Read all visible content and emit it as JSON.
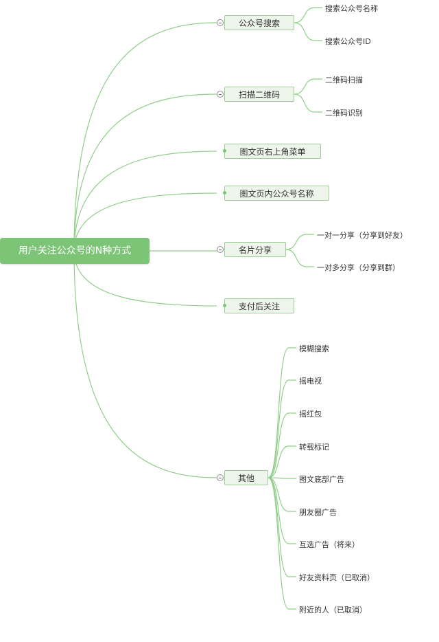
{
  "root": {
    "label": "用户关注公众号的N种方式"
  },
  "branches": [
    {
      "label": "公众号搜索",
      "children": [
        "搜索公众号名称",
        "搜索公众号ID"
      ]
    },
    {
      "label": "扫描二维码",
      "children": [
        "二维码扫描",
        "二维码识别"
      ]
    },
    {
      "label": "图文页右上角菜单",
      "children": []
    },
    {
      "label": "图文页内公众号名称",
      "children": []
    },
    {
      "label": "名片分享",
      "children": [
        "一对一分享（分享到好友）",
        "一对多分享（分享到群）"
      ]
    },
    {
      "label": "支付后关注",
      "children": []
    },
    {
      "label": "其他",
      "children": [
        "模糊搜索",
        "摇电视",
        "摇红包",
        "转载标记",
        "图文底部广告",
        "朋友圈广告",
        "互选广告（将来）",
        "好友资料页（已取消）",
        "附近的人（已取消）"
      ]
    }
  ],
  "colors": {
    "root_fill": "#7cc576",
    "node_fill": "#eef6ec",
    "node_border": "#9ccc96",
    "edge": "#8fcf87"
  }
}
